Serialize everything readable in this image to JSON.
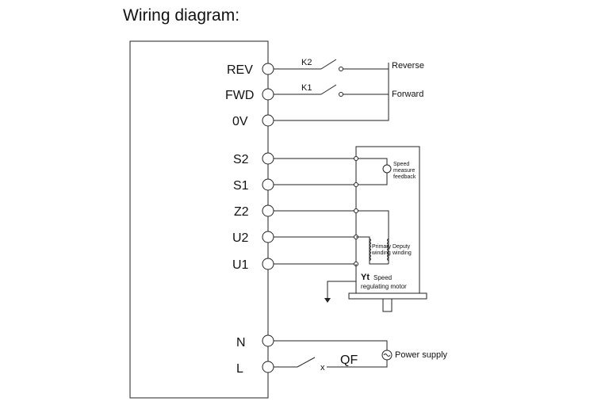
{
  "title": "Wiring diagram:",
  "terminals": {
    "rev": "REV",
    "fwd": "FWD",
    "ov": "0V",
    "s2": "S2",
    "s1": "S1",
    "z2": "Z2",
    "u2": "U2",
    "u1": "U1",
    "n": "N",
    "l": "L"
  },
  "switches": {
    "k2": "K2",
    "k1": "K1",
    "qf": "QF",
    "qf_mark": "x"
  },
  "labels": {
    "reverse": "Reverse",
    "forward": "Forward",
    "power_supply": "Power supply"
  },
  "motor": {
    "feedback_line1": "Speed",
    "feedback_line2": "measure",
    "feedback_line3": "feedback",
    "primary_line1": "Primary",
    "primary_line2": "winding",
    "deputy_line1": "Deputy",
    "deputy_line2": "winding",
    "yt": "Yt",
    "yt_speed": "Speed",
    "regulating": "regulating motor"
  }
}
